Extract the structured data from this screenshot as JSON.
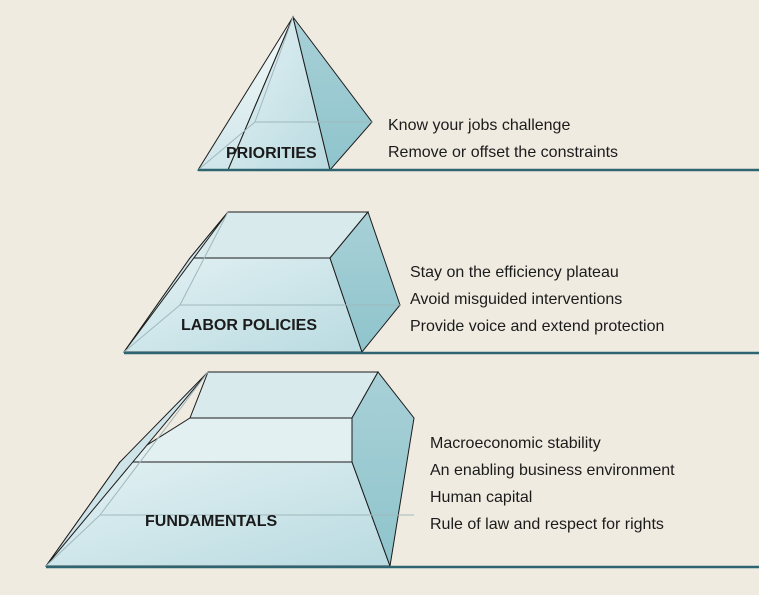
{
  "colors": {
    "background": "#f0ebe1",
    "rule": "#2f6471",
    "face_light": "#e6f1f2",
    "face_mid": "#c4dfe3",
    "face_dark": "#9fcbd2",
    "outline": "#1c1c1c"
  },
  "tiers": [
    {
      "label": "PRIORITIES",
      "items": [
        "Know your jobs challenge",
        "Remove or offset the constraints"
      ]
    },
    {
      "label": "LABOR POLICIES",
      "items": [
        "Stay on the efficiency plateau",
        "Avoid misguided interventions",
        "Provide voice and extend protection"
      ]
    },
    {
      "label": "FUNDAMENTALS",
      "items": [
        "Macroeconomic stability",
        "An enabling business environment",
        "Human capital",
        "Rule of law and respect for rights"
      ]
    }
  ]
}
